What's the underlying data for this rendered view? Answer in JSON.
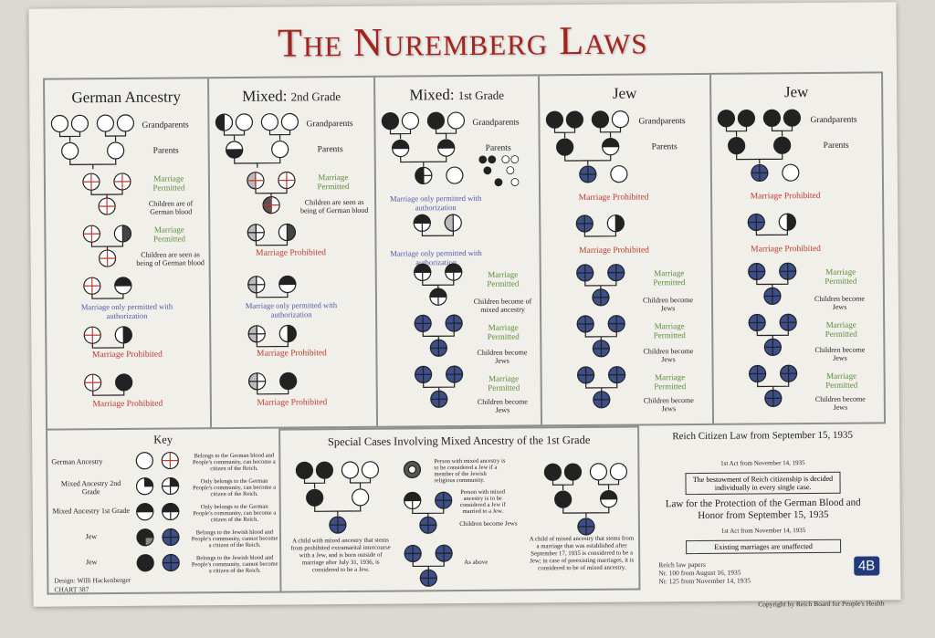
{
  "title": "The Nuremberg Laws",
  "labels": {
    "grandparents": "Grandparents",
    "parents": "Parents",
    "marriage_permitted": "Marriage Permitted",
    "marriage_prohibited": "Marriage Prohibited",
    "marriage_authorization": "Marriage only permitted with authorization",
    "children_german_blood": "Children are of German blood",
    "children_seen_german": "Children are seen as being of German blood",
    "children_mixed": "Children become of mixed ancestry",
    "children_jews": "Children become Jews"
  },
  "columns": [
    {
      "title": "German Ancestry",
      "subtitle": ""
    },
    {
      "title": "Mixed:",
      "subtitle": "2nd Grade"
    },
    {
      "title": "Mixed:",
      "subtitle": "1st Grade"
    },
    {
      "title": "Jew",
      "subtitle": ""
    },
    {
      "title": "Jew",
      "subtitle": ""
    }
  ],
  "key": {
    "title": "Key",
    "rows": [
      {
        "label": "German Ancestry",
        "desc": "Belongs to the German blood and People's community, can become a citizen of the Reich."
      },
      {
        "label": "Mixed Ancestry 2nd Grade",
        "desc": "Only belongs to the German People's community, can become a citizen of the Reich."
      },
      {
        "label": "Mixed Ancestry 1st Grade",
        "desc": "Only belongs to the German People's community, can become a citizen of the Reich."
      },
      {
        "label": "Jew",
        "desc": "Belongs to the Jewish blood and People's community, cannot become a citizen of the Reich."
      },
      {
        "label": "Jew",
        "desc": "Belongs to the Jewish blood and People's community, cannot become a citizen of the Reich."
      }
    ]
  },
  "special": {
    "title": "Special Cases Involving Mixed Ancestry of the 1st Grade",
    "case1": "A child with mixed ancestry that stems from prohibited extramarital intercourse with a Jew, and is born outside of marriage after July 31, 1936, is considered to be a Jew.",
    "case2a": "Person with mixed ancestry is to be considered a Jew if a member of the Jewish religious community.",
    "case2b": "Person with mixed ancestry is to be considered a Jew if married to a Jew.",
    "case2c": "Children become Jews",
    "case2d": "As above",
    "case3": "A child of mixed ancestry that stems from a marriage that was established after September 17, 1935 is considered to be a Jew; in case of preexisting marriages, it is considered to be of mixed ancestry."
  },
  "reich": {
    "title1": "Reich Citizen Law from September 15, 1935",
    "act1": "1st Act from November 14, 1935",
    "box1": "The bestowment of Reich citizenship is decided individually in every single case.",
    "title2": "Law for the Protection of the German Blood and Honor from September 15, 1935",
    "act2": "1st Act from November 14, 1935",
    "box2": "Existing marriages are unaffected",
    "papers": "Reich law papers",
    "paper1": "Nr. 100 from August 16, 1935",
    "paper2": "Nr. 125 from November 14, 1935"
  },
  "design": "Design: Willi Hackenberger",
  "chart": "CHART 387",
  "copyright": "Copyright by Reich Board for People's Health",
  "badge": "4B"
}
